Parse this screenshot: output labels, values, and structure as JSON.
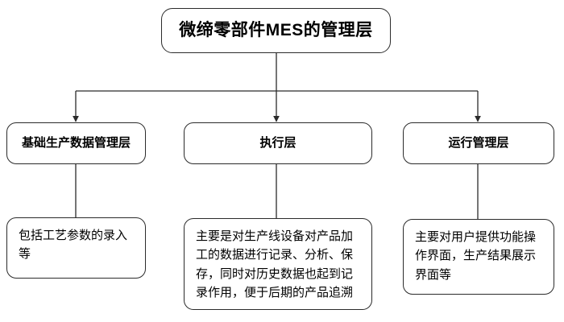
{
  "diagram": {
    "title_node": {
      "id": "root",
      "text": "微缔零部件MES的管理层"
    },
    "layers": [
      {
        "id": "layer-0",
        "text": "基础生产数据管理层"
      },
      {
        "id": "layer-1",
        "text": "执行层"
      },
      {
        "id": "layer-2",
        "text": "运行管理层"
      }
    ],
    "details": [
      {
        "id": "detail-0",
        "text": "包括工艺参数的录入等"
      },
      {
        "id": "detail-1",
        "text": "主要是对生产线设备对产品加工的数据进行记录、分析、保存，同时对历史数据也起到记录作用，便于后期的产品追溯"
      },
      {
        "id": "detail-2",
        "text": "主要对用户提供功能操作界面，生产结果展示界面等"
      }
    ],
    "colors": {
      "background": "#ffffff",
      "node_border": "#2b2b2b",
      "node_fill": "#ffffff",
      "connector": "#2b2b2b",
      "text": "#000000"
    }
  }
}
